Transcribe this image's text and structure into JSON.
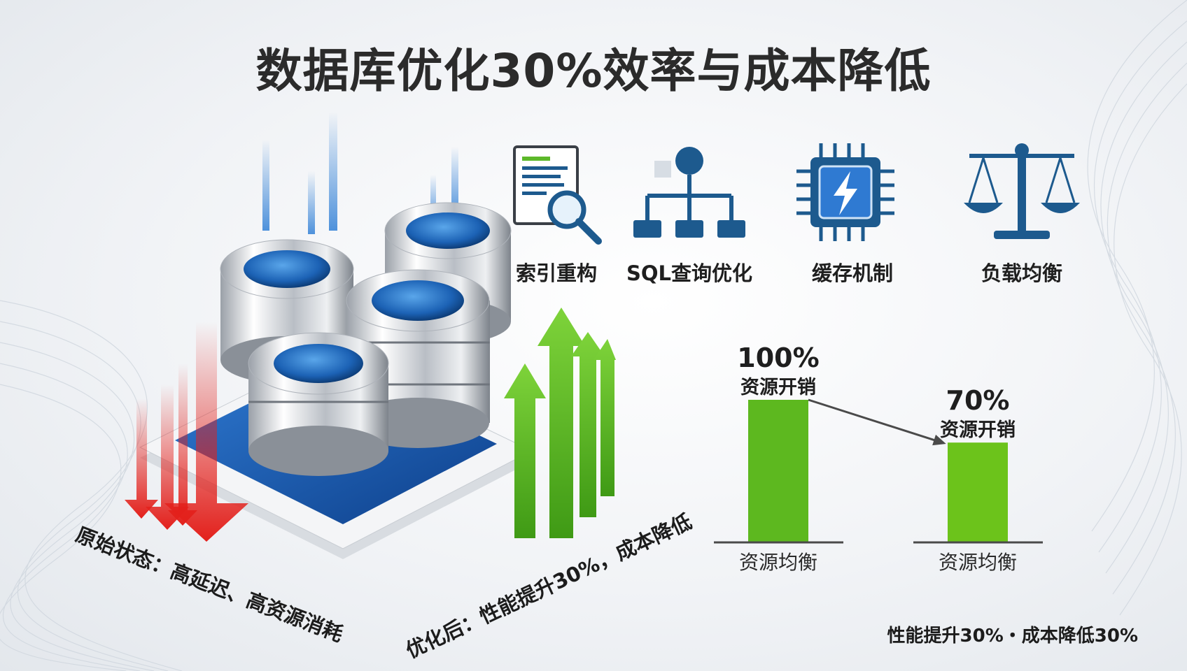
{
  "title": "数据库优化30%效率与成本降低",
  "icons": [
    {
      "name": "index-rebuild-icon",
      "label": "索引重构"
    },
    {
      "name": "sql-query-icon",
      "label": "SQL查询优化"
    },
    {
      "name": "cache-chip-icon",
      "label": "缓存机制"
    },
    {
      "name": "balance-scale-icon",
      "label": "负载均衡"
    }
  ],
  "left_caption": "原始状态：高延迟、高资源消耗",
  "mid_caption": "优化后：性能提升30%，成本降低",
  "chart_data": {
    "type": "bar",
    "categories": [
      "资源均衡",
      "资源均衡"
    ],
    "values": [
      100,
      70
    ],
    "value_labels": [
      "100%",
      "70%"
    ],
    "sub_labels": [
      "资源开销",
      "资源开销"
    ],
    "ylim": [
      0,
      100
    ],
    "grid": false,
    "colors": [
      "#5db81f",
      "#6cc31b"
    ]
  },
  "footer": "性能提升30%・成本降低30%",
  "colors": {
    "accent_blue": "#1d5a8e",
    "down_red": "#e3201b",
    "up_green": "#4daa1e"
  }
}
